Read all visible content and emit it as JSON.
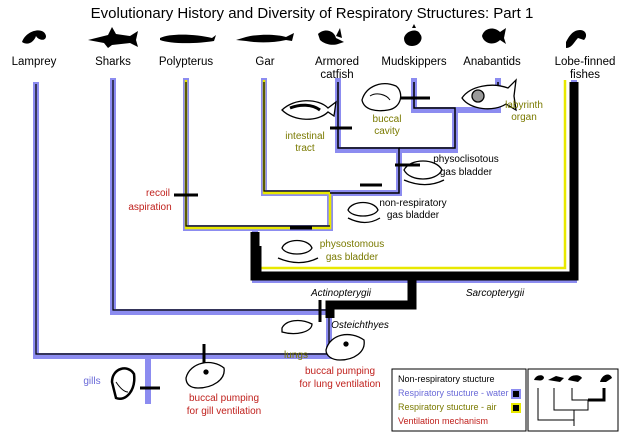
{
  "title": "Evolutionary History and Diversity of Respiratory Structures: Part 1",
  "taxa": [
    "Lamprey",
    "Sharks",
    "Polypterus",
    "Gar",
    "Armored catfish",
    "Mudskippers",
    "Anabantids",
    "Lobe-finned fishes"
  ],
  "taxa_lines": {
    "armored_1": "Armored",
    "armored_2": "catfish",
    "lobe_1": "Lobe-finned",
    "lobe_2": "fishes"
  },
  "structures": {
    "intestinal_1": "intestinal",
    "intestinal_2": "tract",
    "buccal_cavity_1": "buccal",
    "buccal_cavity_2": "cavity",
    "labyrinth_1": "labyrinth",
    "labyrinth_2": "organ",
    "physoclist_1": "physoclisotous",
    "physoclist_2": "gas bladder",
    "nonresp_1": "non-respiratory",
    "nonresp_2": "gas bladder",
    "physostom_1": "physostomous",
    "physostom_2": "gas bladder",
    "recoil_1": "recoil",
    "recoil_2": "aspiration",
    "lungs": "lungs",
    "gills": "gills",
    "buccal_lung_1": "buccal pumping",
    "buccal_lung_2": "for lung ventilation",
    "buccal_gill_1": "buccal pumping",
    "buccal_gill_2": "for gill ventilation"
  },
  "clades": {
    "actinopterygii": "Actinopterygii",
    "sarcopterygii": "Sarcopterygii",
    "osteichthyes": "Osteichthyes"
  },
  "legend": {
    "items": [
      {
        "label": "Non-respiratory stucture",
        "color": "#000000"
      },
      {
        "label": "Respiratory stucture - water",
        "color": "#6a6ad8"
      },
      {
        "label": "Respiratory stucture - air",
        "color": "#7a7a00"
      },
      {
        "label": "Ventilation mechanism",
        "color": "#c0211d"
      }
    ]
  },
  "colors": {
    "blue": "#8c8cf0",
    "yellow": "#e8e800",
    "black": "#000000",
    "olive_text": "#7a7a00",
    "red_text": "#c0211d"
  }
}
